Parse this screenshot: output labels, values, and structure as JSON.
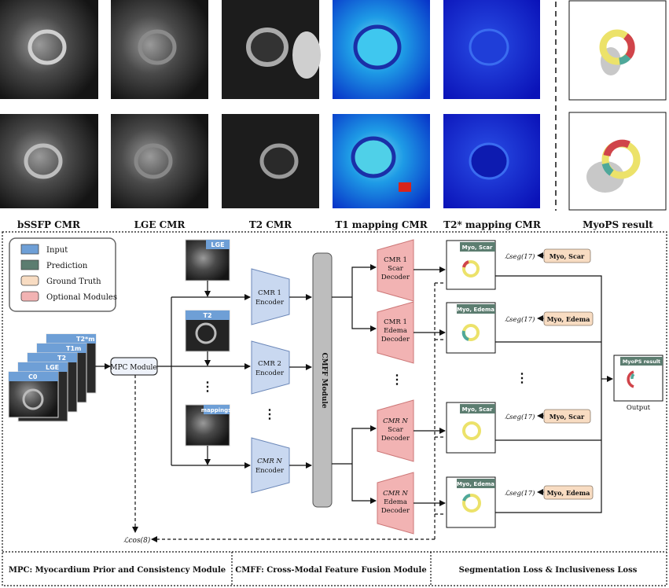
{
  "top_row": {
    "labels": [
      "bSSFP CMR",
      "LGE CMR",
      "T2 CMR",
      "T1 mapping CMR",
      "T2* mapping CMR",
      "MyoPS result"
    ]
  },
  "legend": {
    "items": [
      {
        "label": "Input",
        "color": "#6e9fd6"
      },
      {
        "label": "Prediction",
        "color": "#5c7d70"
      },
      {
        "label": "Ground Truth",
        "color": "#f8dcc2"
      },
      {
        "label": "Optional Modules",
        "color": "#f2b3b3"
      }
    ]
  },
  "input_stack": [
    "T2*m",
    "T1m",
    "T2",
    "LGE",
    "C0"
  ],
  "mpc_module": "MPC Module",
  "cmr_inputs": [
    "LGE",
    "T2",
    "mappings"
  ],
  "encoders": [
    {
      "line1": "CMR  1",
      "line2": "Encoder"
    },
    {
      "line1": "CMR 2",
      "line2": "Encoder"
    },
    {
      "line1": "CMR N",
      "line2": "Encoder"
    }
  ],
  "cmff_module": "CMFF Module",
  "decoders": [
    {
      "l1": "CMR 1",
      "l2": "Scar",
      "l3": "Decoder"
    },
    {
      "l1": "CMR 1",
      "l2": "Edema",
      "l3": "Decoder"
    },
    {
      "l1": "CMR N",
      "l2": "Scar",
      "l3": "Decoder"
    },
    {
      "l1": "CMR N",
      "l2": "Edema",
      "l3": "Decoder"
    }
  ],
  "pred_titles": [
    "Myo, Scar",
    "Myo, Edema",
    "Myo, Scar",
    "Myo, Edema"
  ],
  "gt_labels": [
    "Myo, Scar",
    "Myo, Edema",
    "Myo, Scar",
    "Myo, Edema"
  ],
  "loss_seg": "ℒseg(17)",
  "loss_cos": "ℒcos(8)",
  "myops_box_title": "MyoPS result",
  "output_label": "Output",
  "ellipsis": "⋮",
  "bottom": {
    "mpc": "MPC: Myocardium Prior and Consistency Module",
    "cmff": "CMFF: Cross-Modal Feature Fusion Module",
    "loss": "Segmentation Loss & Inclusiveness Loss"
  },
  "colors": {
    "input": "#6e9fd6",
    "prediction": "#5c7d70",
    "ground_truth": "#f8dcc2",
    "optional": "#f2b3b3",
    "encoder": "#c9d8f0",
    "cmff": "#bdbdbd"
  }
}
